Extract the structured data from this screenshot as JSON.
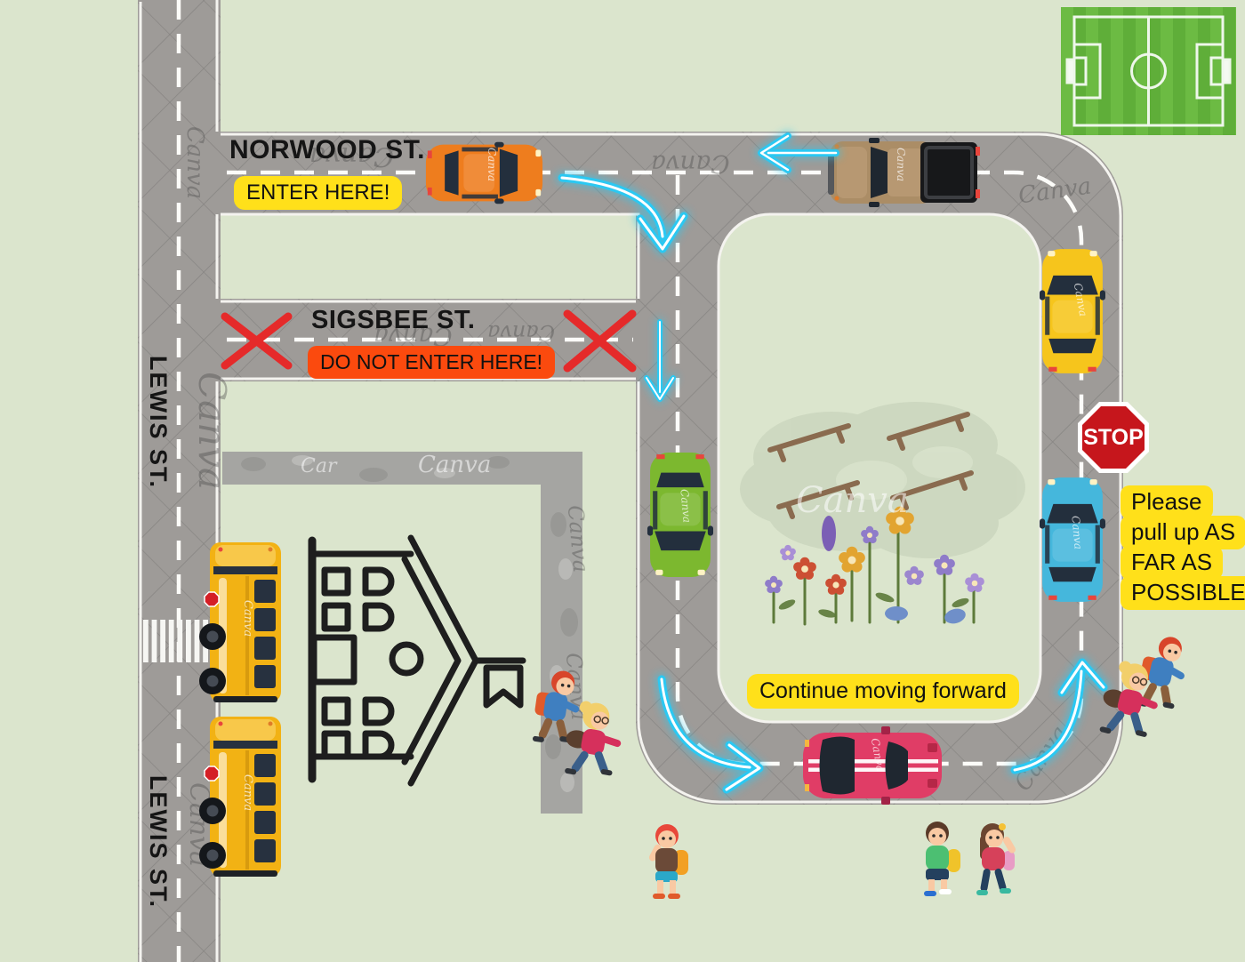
{
  "streets": {
    "norwood": "NORWOOD ST.",
    "sigsbee": "SIGSBEE ST.",
    "lewis_upper": "LEWIS ST.",
    "lewis_lower": "LEWIS ST."
  },
  "instructions": {
    "enter": "ENTER HERE!",
    "do_not_enter": "DO NOT ENTER HERE!",
    "continue_forward": "Continue moving forward",
    "pull_up": {
      "line1": "Please",
      "line2": "pull up AS",
      "line3": "FAR AS",
      "line4": "POSSIBLE"
    },
    "stop": "STOP"
  },
  "watermark": {
    "brand": "Canva",
    "brand_short": "Car"
  },
  "colors": {
    "background_green": "#dbe5cd",
    "road_gray": "#9e9b98",
    "road_edge_white": "#f4f3ef",
    "label_yellow": "#ffe01a",
    "label_orange_red": "#fb4a0e",
    "arrow_neon_blue": "#2bc8f2",
    "stop_sign_red": "#c6161c",
    "x_mark_red": "#e52a2a",
    "soccer_field_green": "#6cbb43",
    "bus_yellow": "#f2b214",
    "car_orange": "#ee7d1e",
    "truck_tan": "#ab8d66",
    "car_yellow": "#f6c51c",
    "car_blue": "#45b7dc",
    "car_green": "#7cb82f",
    "car_pink": "#e03d66"
  },
  "scene": {
    "vehicles": [
      {
        "name": "orange-car",
        "color": "#ee7d1e",
        "location": "Norwood St.",
        "heading": "east"
      },
      {
        "name": "brown-pickup-truck",
        "color": "#ab8d66",
        "location": "Norwood St.",
        "heading": "west"
      },
      {
        "name": "yellow-car",
        "color": "#f6c51c",
        "location": "loop right side",
        "heading": "north"
      },
      {
        "name": "blue-car",
        "color": "#45b7dc",
        "location": "loop right side at stop sign",
        "heading": "north"
      },
      {
        "name": "green-car",
        "color": "#7cb82f",
        "location": "loop left side",
        "heading": "south"
      },
      {
        "name": "pink-sports-car",
        "color": "#e03d66",
        "location": "loop bottom",
        "heading": "east"
      },
      {
        "name": "school-bus-1",
        "color": "#f2b214",
        "location": "Lewis St. curb",
        "heading": "north"
      },
      {
        "name": "school-bus-2",
        "color": "#f2b214",
        "location": "Lewis St. curb",
        "heading": "north"
      }
    ],
    "arrows": [
      {
        "name": "enter-curve-arrow",
        "direction": "south"
      },
      {
        "name": "mid-down-arrow",
        "direction": "south"
      },
      {
        "name": "bottom-left-curve-arrow",
        "direction": "east"
      },
      {
        "name": "exit-west-arrow",
        "direction": "west"
      },
      {
        "name": "bottom-right-up-arrow",
        "direction": "north"
      }
    ],
    "pedestrians": [
      {
        "name": "kids-pair-school-path"
      },
      {
        "name": "kids-pair-right-curb"
      },
      {
        "name": "boy-waving-bottom"
      },
      {
        "name": "kids-pair-bottom-right"
      }
    ],
    "features": [
      {
        "name": "soccer-field"
      },
      {
        "name": "school-building-outline"
      },
      {
        "name": "stone-walking-path"
      },
      {
        "name": "crosswalk"
      },
      {
        "name": "stop-sign"
      },
      {
        "name": "shrub-area-with-benches",
        "benches": 4
      },
      {
        "name": "flower-bed"
      },
      {
        "name": "red-x-marks",
        "count": 2
      }
    ]
  }
}
